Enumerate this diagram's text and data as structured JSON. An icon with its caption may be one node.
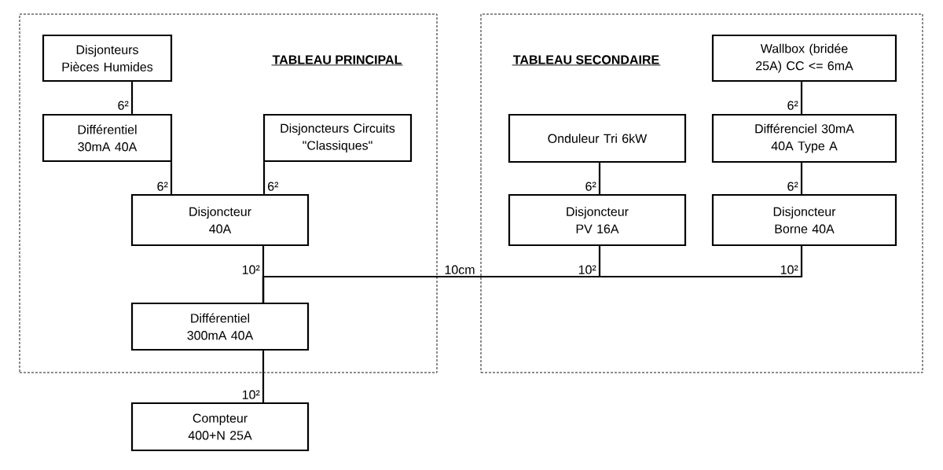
{
  "diagram": {
    "nodes": [
      {
        "text": [
          "TABLEAU PRINCIPAL"
        ]
      },
      {
        "text": [
          "Disjonteurs Pièces Humides"
        ],
        "in": 0
      },
      {
        "text": [
          "Différentiel 30mA 40A"
        ],
        "in": 0
      },
      {
        "text": [
          "Disjoncteurs Circuits \"Classiques\""
        ],
        "in": 0
      },
      {
        "text": [
          "Disjoncteur 40A"
        ],
        "in": 0
      },
      {
        "text": [
          "Différentiel 300mA 40A"
        ],
        "in": 0
      },
      {
        "text": [
          "Compteur 400+N 25A"
        ]
      },
      {
        "text": [
          "TABLEAU SECONDAIRE"
        ]
      },
      {
        "text": [
          "Wallbox (bridée 25A) CC <= 6mA"
        ],
        "in": 7
      },
      {
        "text": [
          "Onduleur Tri 6kW"
        ],
        "in": 7
      },
      {
        "text": [
          "Différenciel 30mA 40A Type A"
        ],
        "in": 7
      },
      {
        "text": [
          "Disjoncteur PV 16A"
        ],
        "in": 7
      },
      {
        "text": [
          "Disjoncteur Borne 40A"
        ],
        "in": 7
      }
    ],
    "edges": [
      {
        "from": 1,
        "to": 2,
        "arrow": "none",
        "label": "6²"
      },
      {
        "from": 2,
        "to": 4,
        "arrow": "none",
        "label": "6²"
      },
      {
        "from": 3,
        "to": 4,
        "arrow": "none",
        "label": "6²"
      },
      {
        "from": 4,
        "to": 5,
        "arrow": "none",
        "label": "10²"
      },
      {
        "from": 5,
        "to": 6,
        "arrow": "none",
        "label": "10²"
      },
      {
        "from": 8,
        "to": 10,
        "arrow": "none",
        "label": "6²"
      },
      {
        "from": 9,
        "to": 11,
        "arrow": "none",
        "label": "6²"
      },
      {
        "from": 10,
        "to": 12,
        "arrow": "none",
        "label": "6²"
      },
      {
        "from": 11,
        "to": 5,
        "arrow": "none",
        "label": "10²"
      },
      {
        "from": 12,
        "to": 5,
        "arrow": "none",
        "label": "10²"
      }
    ],
    "labels": [
      "10cm"
    ]
  }
}
